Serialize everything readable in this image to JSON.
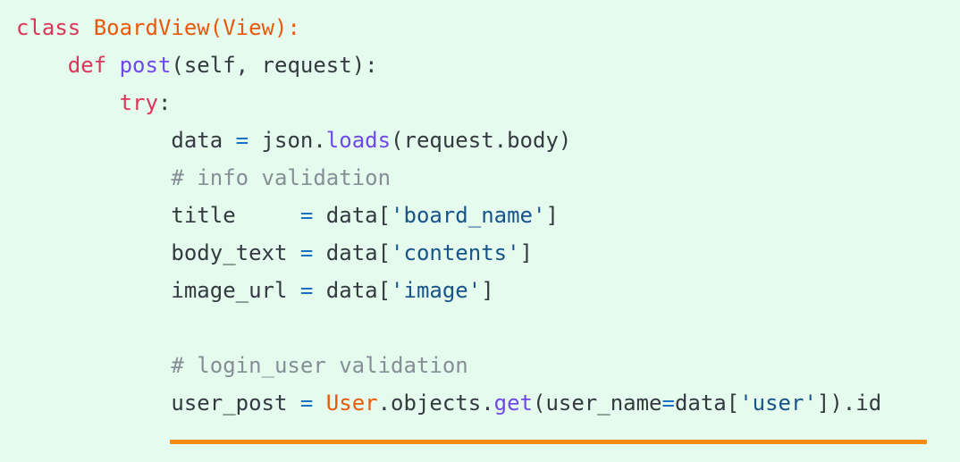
{
  "app": {
    "type": "code-snippet",
    "language": "python"
  },
  "theme": {
    "background": "#e4fbee",
    "colors": {
      "keyword": "#dc3558",
      "classname": "#e8590c",
      "function": "#7048e8",
      "operator": "#1971c2",
      "string": "#17548a",
      "comment": "#868e96",
      "plain": "#343a40",
      "divider": "#f28b12"
    }
  },
  "code": {
    "lines": [
      {
        "tokens": [
          {
            "t": "class",
            "c": "keyword"
          },
          {
            "t": " ",
            "c": "plain"
          },
          {
            "t": "BoardView(View):",
            "c": "classname"
          }
        ]
      },
      {
        "tokens": [
          {
            "t": "    ",
            "c": "plain"
          },
          {
            "t": "def",
            "c": "keyword"
          },
          {
            "t": " ",
            "c": "plain"
          },
          {
            "t": "post",
            "c": "function"
          },
          {
            "t": "(self, request):",
            "c": "plain"
          }
        ]
      },
      {
        "tokens": [
          {
            "t": "        ",
            "c": "plain"
          },
          {
            "t": "try",
            "c": "keyword"
          },
          {
            "t": ":",
            "c": "plain"
          }
        ]
      },
      {
        "tokens": [
          {
            "t": "            data ",
            "c": "plain"
          },
          {
            "t": "=",
            "c": "operator"
          },
          {
            "t": " json.",
            "c": "plain"
          },
          {
            "t": "loads",
            "c": "function"
          },
          {
            "t": "(request.body)",
            "c": "plain"
          }
        ]
      },
      {
        "tokens": [
          {
            "t": "            ",
            "c": "plain"
          },
          {
            "t": "# info validation",
            "c": "comment"
          }
        ]
      },
      {
        "tokens": [
          {
            "t": "            title     ",
            "c": "plain"
          },
          {
            "t": "=",
            "c": "operator"
          },
          {
            "t": " data[",
            "c": "plain"
          },
          {
            "t": "'board_name'",
            "c": "string"
          },
          {
            "t": "]",
            "c": "plain"
          }
        ]
      },
      {
        "tokens": [
          {
            "t": "            body_text ",
            "c": "plain"
          },
          {
            "t": "=",
            "c": "operator"
          },
          {
            "t": " data[",
            "c": "plain"
          },
          {
            "t": "'contents'",
            "c": "string"
          },
          {
            "t": "]",
            "c": "plain"
          }
        ]
      },
      {
        "tokens": [
          {
            "t": "            image_url ",
            "c": "plain"
          },
          {
            "t": "=",
            "c": "operator"
          },
          {
            "t": " data[",
            "c": "plain"
          },
          {
            "t": "'image'",
            "c": "string"
          },
          {
            "t": "]",
            "c": "plain"
          }
        ]
      },
      {
        "tokens": []
      },
      {
        "tokens": [
          {
            "t": "            ",
            "c": "plain"
          },
          {
            "t": "# login_user validation",
            "c": "comment"
          }
        ]
      },
      {
        "tokens": [
          {
            "t": "            user_post ",
            "c": "plain"
          },
          {
            "t": "=",
            "c": "operator"
          },
          {
            "t": " ",
            "c": "plain"
          },
          {
            "t": "User",
            "c": "classname"
          },
          {
            "t": ".objects.",
            "c": "plain"
          },
          {
            "t": "get",
            "c": "function"
          },
          {
            "t": "(user_name",
            "c": "plain"
          },
          {
            "t": "=",
            "c": "operator"
          },
          {
            "t": "data[",
            "c": "plain"
          },
          {
            "t": "'user'",
            "c": "string"
          },
          {
            "t": "]).id",
            "c": "plain"
          }
        ]
      }
    ]
  }
}
